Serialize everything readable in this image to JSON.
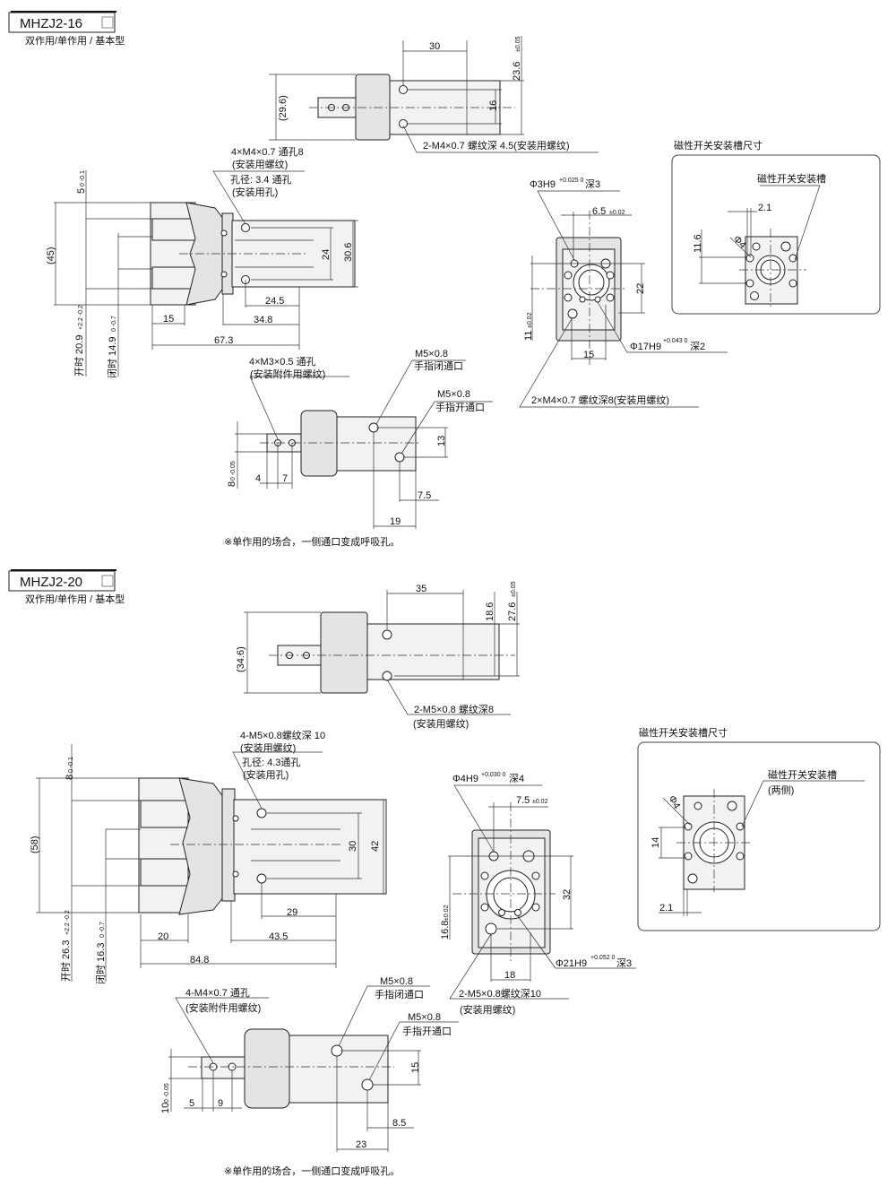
{
  "s16": {
    "title": "MHZJ2-16",
    "subtitle": "双作用/单作用 / 基本型",
    "top": {
      "d30": "30",
      "d236": "23.6",
      "tol236": "±0.05",
      "d296": "(29.6)",
      "d16": "16",
      "note": "2-M4×0.7 螺纹深 4.5(安装用螺纹)"
    },
    "front": {
      "note1": "4×M4×0.7 通孔8",
      "note2": "(安装用螺纹)",
      "note3": "孔径: 3.4 通孔",
      "note4": "(安装用孔)",
      "d24": "24",
      "d306": "30.6",
      "d245": "24.5",
      "d15": "15",
      "d348": "34.8",
      "d673": "67.3",
      "d45": "(45)",
      "d5": "5",
      "d5tol": "0 -0.1",
      "open": "开时 20.9",
      "opentol": "+2.2 -0.2",
      "closed": "闭时 14.9",
      "closedtol": "0 -0.7"
    },
    "side": {
      "note1": "4×M3×0.5 通孔",
      "note2": "(安装附件用螺纹)",
      "port1a": "M5×0.8",
      "port1b": "手指闭通口",
      "port2a": "M5×0.8",
      "port2b": "手指开通口",
      "d13": "13",
      "d8": "8",
      "d8tol": "0 -0.05",
      "d4": "4",
      "d7": "7",
      "d75": "7.5",
      "d19": "19"
    },
    "end": {
      "pin": "Φ3H9",
      "pintol": "+0.025 0",
      "pindepth": "深3",
      "d65": "6.5",
      "d65tol": "±0.02",
      "d22": "22",
      "d11": "11",
      "d11tol": "±0.02",
      "d15": "15",
      "bore": "Φ17H9",
      "boretol": "+0.043 0",
      "boredepth": "深2",
      "thread": "2×M4×0.7 螺纹深8(安装用螺纹)"
    },
    "switch": {
      "title": "磁性开关安装槽尺寸",
      "label": "磁性开关安装槽",
      "d21": "2.1",
      "d116": "11.6",
      "phi4": "Φ4"
    },
    "footnote": "※单作用的场合，一侧通口变成呼吸孔。"
  },
  "s20": {
    "title": "MHZJ2-20",
    "subtitle": "双作用/单作用 / 基本型",
    "top": {
      "d35": "35",
      "d186": "18.6",
      "d276": "27.6",
      "tol276": "±0.05",
      "d346": "(34.6)",
      "note1": "2-M5×0.8 螺纹深8",
      "note2": "(安装用螺纹)"
    },
    "front": {
      "note1": "4-M5×0.8螺纹深 10",
      "note2": "(安装用螺纹)",
      "note3": "孔径: 4.3通孔",
      "note4": "(安装用孔)",
      "d30": "30",
      "d42": "42",
      "d29": "29",
      "d20": "20",
      "d435": "43.5",
      "d848": "84.8",
      "d58": "(58)",
      "d8": "8",
      "d8tol": "0 -0.1",
      "open": "开时 26.3",
      "opentol": "+2.2 -0.2",
      "closed": "闭时 16.3",
      "closedtol": "0 -0.7"
    },
    "side": {
      "note1": "4-M4×0.7 通孔",
      "note2": "(安装附件用螺纹)",
      "port1a": "M5×0.8",
      "port1b": "手指闭通口",
      "port2a": "M5×0.8",
      "port2b": "手指开通口",
      "d15": "15",
      "d10": "10",
      "d10tol": "0 -0.05",
      "d5": "5",
      "d9": "9",
      "d85": "8.5",
      "d23": "23"
    },
    "end": {
      "pin": "Φ4H9",
      "pintol": "+0.030 0",
      "pindepth": "深4",
      "d75": "7.5",
      "d75tol": "±0.02",
      "d32": "32",
      "d168": "16.8",
      "d168tol": "±0.02",
      "d18": "18",
      "bore": "Φ21H9",
      "boretol": "+0.052 0",
      "boredepth": "深3",
      "thread1": "2-M5×0.8螺纹深10",
      "thread2": "(安装用螺纹)"
    },
    "switch": {
      "title": "磁性开关安装槽尺寸",
      "label": "磁性开关安装槽",
      "label2": "(两侧)",
      "d14": "14",
      "d21": "2.1",
      "phi4": "Φ4"
    },
    "footnote": "※单作用的场合，一侧通口变成呼吸孔。"
  }
}
